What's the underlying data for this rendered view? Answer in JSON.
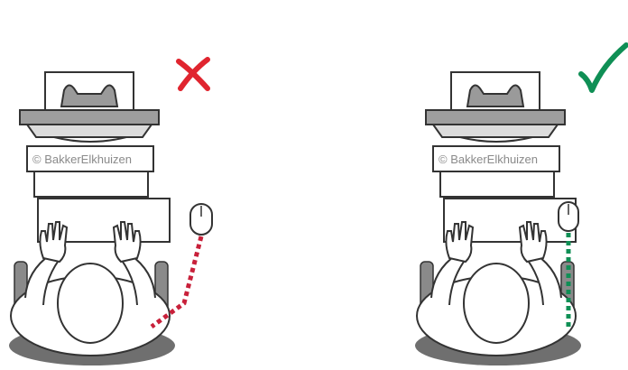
{
  "watermark": "© BakkerElkhuizen",
  "panels": [
    {
      "id": "wrong",
      "mark_icon": "cross-icon",
      "mark_color": "#e0252f",
      "path_color": "#c8203a"
    },
    {
      "id": "right",
      "mark_icon": "checkmark-icon",
      "mark_color": "#0f8f55",
      "path_color": "#0f8f55"
    }
  ]
}
